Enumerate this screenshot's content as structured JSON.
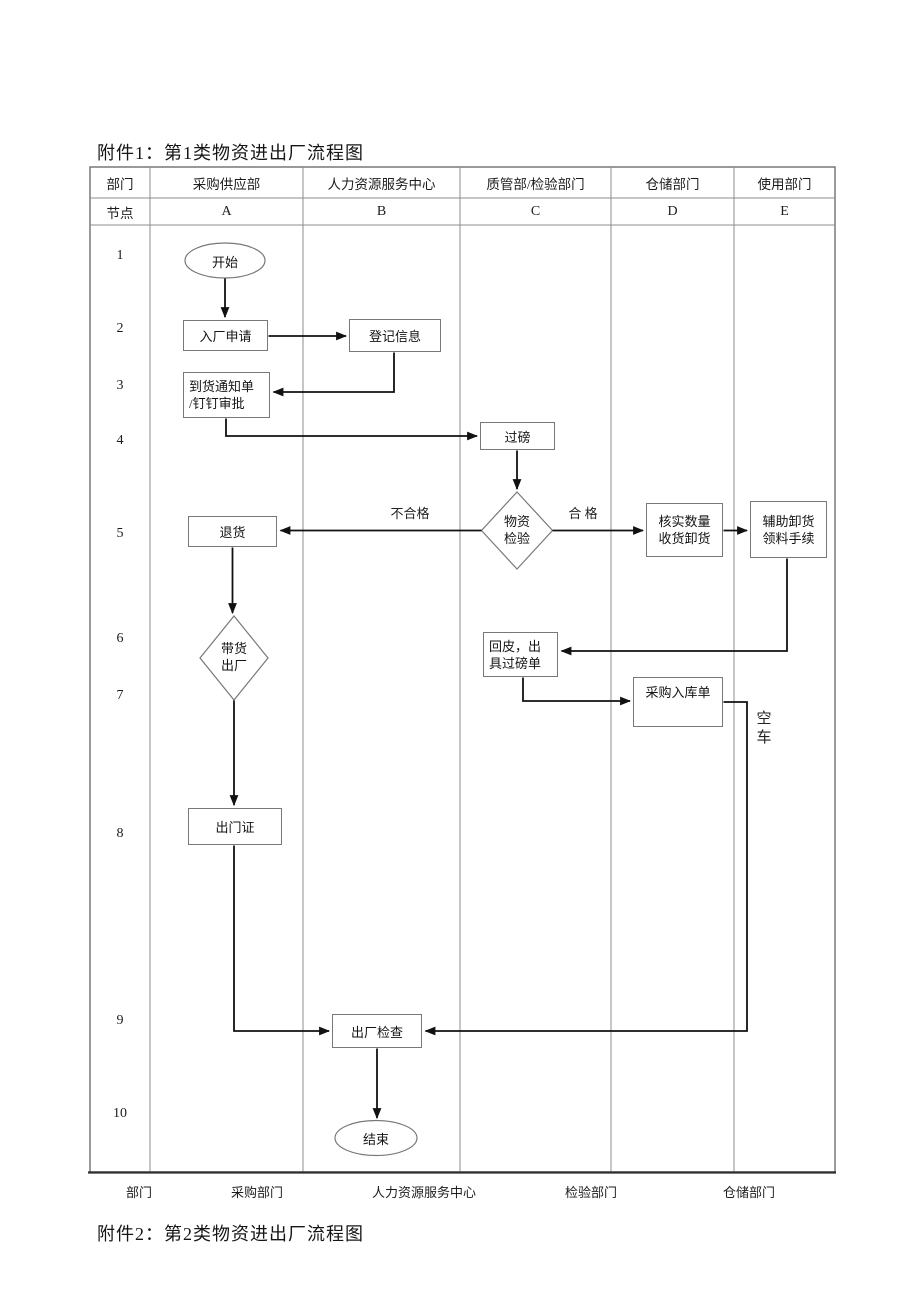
{
  "titles": {
    "attachment1": "附件1：第1类物资进出厂流程图",
    "attachment2": "附件2：第2类物资进出厂流程图"
  },
  "table": {
    "dept_header": "部门",
    "node_header": "节点",
    "columns": [
      {
        "dept": "采购供应部",
        "node": "A"
      },
      {
        "dept": "人力资源服务中心",
        "node": "B"
      },
      {
        "dept": "质管部/检验部门",
        "node": "C"
      },
      {
        "dept": "仓储部门",
        "node": "D"
      },
      {
        "dept": "使用部门",
        "node": "E"
      }
    ],
    "row_numbers": [
      "1",
      "2",
      "3",
      "4",
      "5",
      "6",
      "7",
      "8",
      "9",
      "10"
    ]
  },
  "nodes": {
    "start": "开始",
    "entry_request": "入厂申请",
    "register_info": "登记信息",
    "arrival_notice": "到货通知单\n/钉钉审批",
    "weighing": "过磅",
    "inspection": "物资\n检验",
    "return_goods": "退货",
    "verify_receive": "核实数量\n收货卸货",
    "assist_unload": "辅助卸货\n领料手续",
    "goods_exit": "带货\n出厂",
    "tare_weighing": "回皮，出\n具过磅单",
    "purchase_receipt": "采购入库单",
    "exit_pass": "出门证",
    "exit_check": "出厂检查",
    "end": "结束"
  },
  "edge_labels": {
    "unqualified": "不合格",
    "qualified": "合 格",
    "empty_vehicle": "空\n车"
  },
  "footer": {
    "labels": [
      "部门",
      "采购部门",
      "人力资源服务中心",
      "检验部门",
      "仓储部门"
    ]
  },
  "colors": {
    "flow_line": "#111111",
    "grid_line": "#8c8c8c",
    "shape_border": "#787878",
    "text": "#1a1a1a",
    "background": "#ffffff"
  }
}
